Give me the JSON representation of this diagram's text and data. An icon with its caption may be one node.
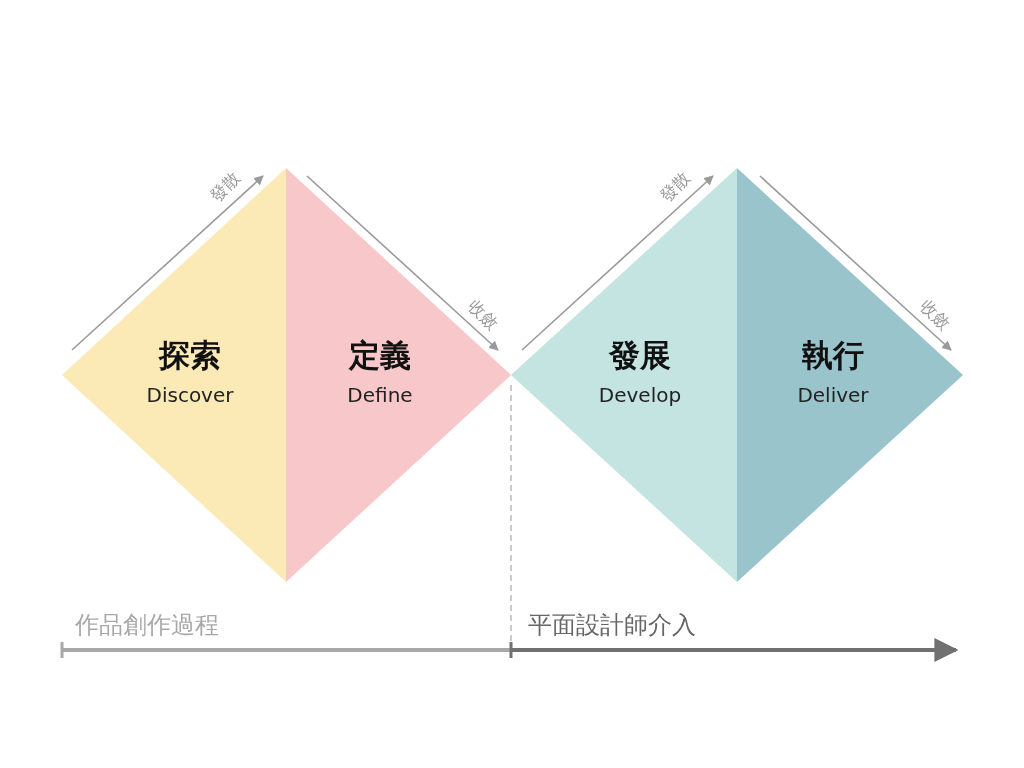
{
  "diagram": {
    "nodes": [
      {
        "text": [
          "探索",
          "Discover"
        ]
      },
      {
        "text": [
          "定義",
          "Define"
        ]
      },
      {
        "text": [
          "發展",
          "Develop"
        ]
      },
      {
        "text": [
          "執行",
          "Deliver"
        ]
      }
    ],
    "labels": [
      "發散",
      "發散",
      "收斂",
      "收斂",
      "作品創作過程",
      "平面設計師介入"
    ]
  }
}
